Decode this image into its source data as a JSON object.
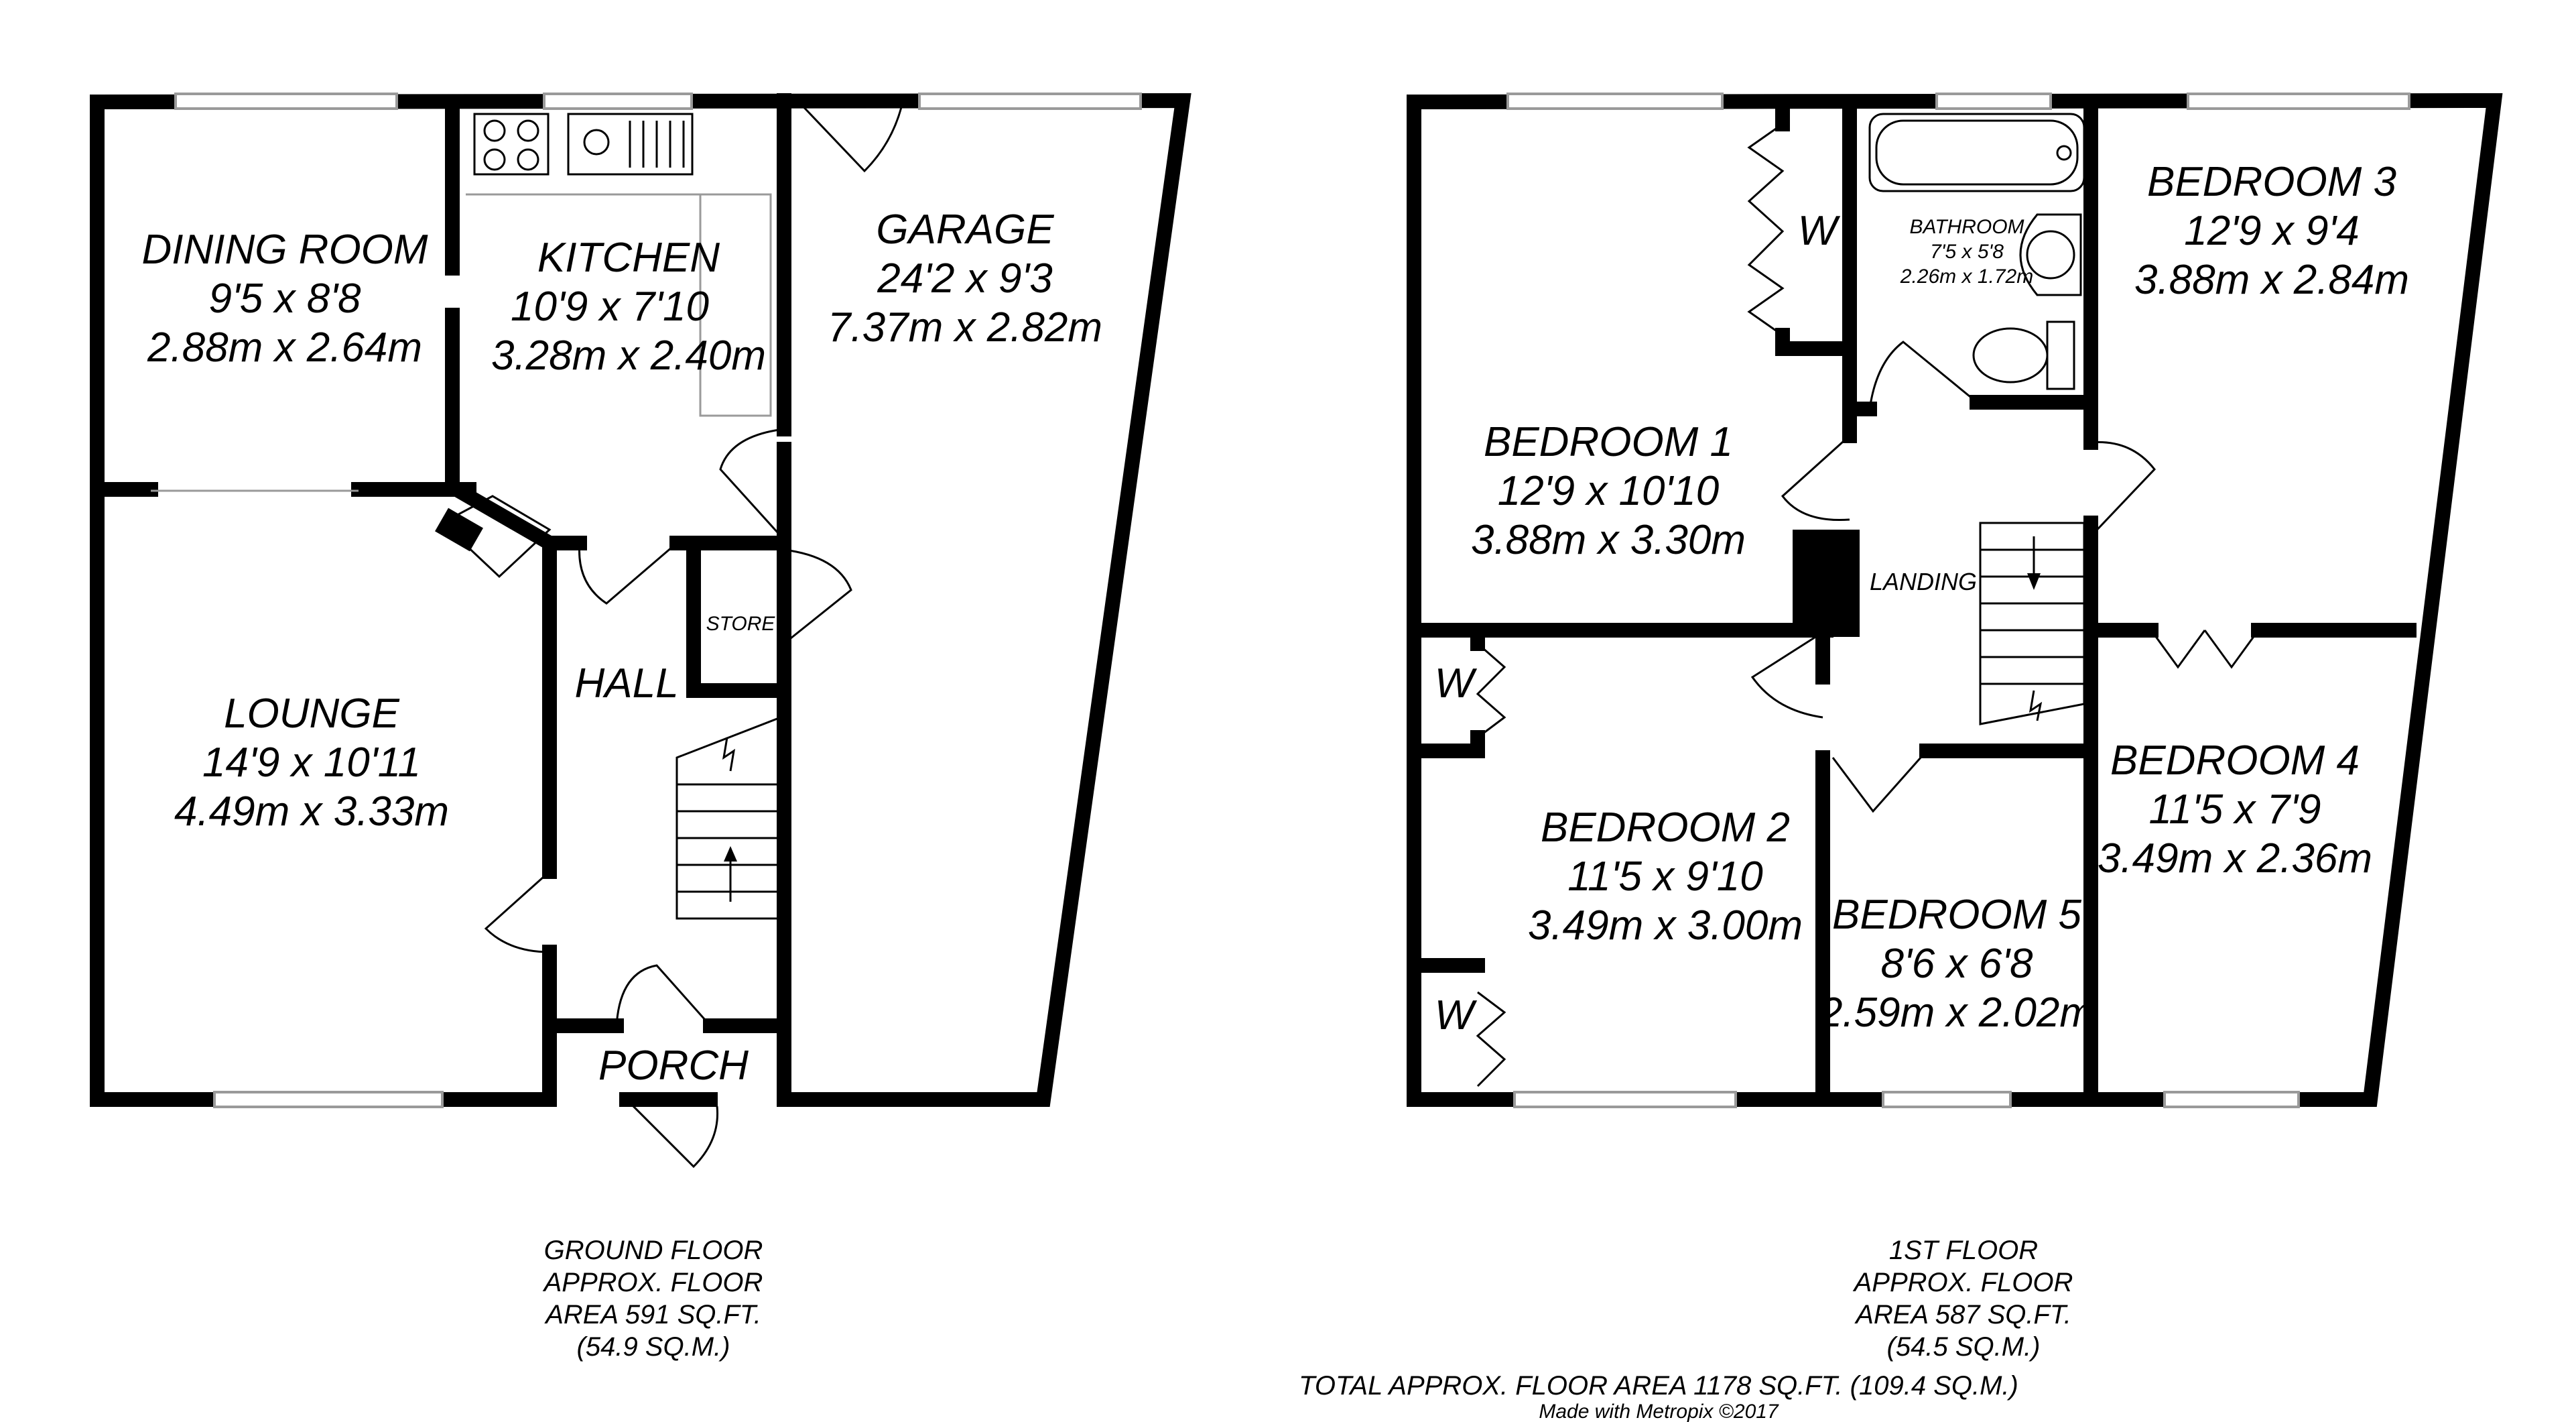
{
  "ground_floor": {
    "rooms": {
      "dining_room": {
        "name": "DINING ROOM",
        "imperial": "9'5 x 8'8",
        "metric": "2.88m x 2.64m"
      },
      "kitchen": {
        "name": "KITCHEN",
        "imperial": "10'9 x 7'10",
        "metric": "3.28m x 2.40m"
      },
      "garage": {
        "name": "GARAGE",
        "imperial": "24'2 x 9'3",
        "metric": "7.37m x 2.82m"
      },
      "lounge": {
        "name": "LOUNGE",
        "imperial": "14'9 x 10'11",
        "metric": "4.49m x 3.33m"
      },
      "hall": {
        "name": "HALL"
      },
      "store": {
        "name": "STORE"
      },
      "porch": {
        "name": "PORCH"
      }
    },
    "caption": {
      "line1": "GROUND FLOOR",
      "line2": "APPROX. FLOOR",
      "line3": "AREA 591 SQ.FT.",
      "line4": "(54.9 SQ.M.)"
    }
  },
  "first_floor": {
    "rooms": {
      "bedroom1": {
        "name": "BEDROOM 1",
        "imperial": "12'9 x 10'10",
        "metric": "3.88m x 3.30m"
      },
      "bathroom": {
        "name": "BATHROOM",
        "imperial": "7'5 x 5'8",
        "metric": "2.26m x 1.72m"
      },
      "bedroom3": {
        "name": "BEDROOM 3",
        "imperial": "12'9 x 9'4",
        "metric": "3.88m x 2.84m"
      },
      "landing": {
        "name": "LANDING"
      },
      "bedroom2": {
        "name": "BEDROOM 2",
        "imperial": "11'5 x 9'10",
        "metric": "3.49m x 3.00m"
      },
      "bedroom5": {
        "name": "BEDROOM 5",
        "imperial": "8'6 x 6'8",
        "metric": "2.59m x 2.02m"
      },
      "bedroom4": {
        "name": "BEDROOM 4",
        "imperial": "11'5 x 7'9",
        "metric": "3.49m x 2.36m"
      }
    },
    "wardrobe_label": "W",
    "caption": {
      "line1": "1ST FLOOR",
      "line2": "APPROX. FLOOR",
      "line3": "AREA 587 SQ.FT.",
      "line4": "(54.5 SQ.M.)"
    }
  },
  "total_area": "TOTAL APPROX. FLOOR AREA 1178 SQ.FT. (109.4 SQ.M.)",
  "credit": "Made with Metropix ©2017"
}
